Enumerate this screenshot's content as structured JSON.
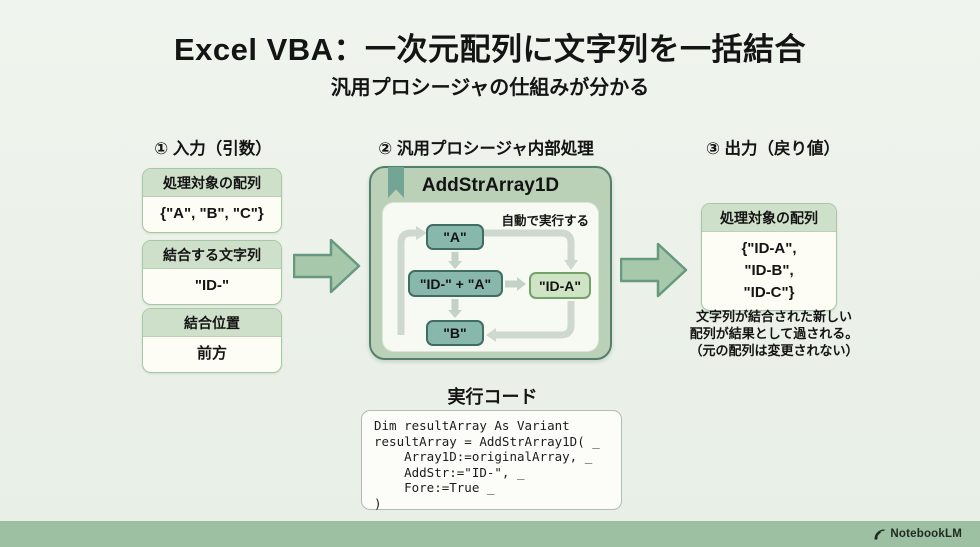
{
  "title": "Excel VBA：一次元配列に文字列を一括結合",
  "subtitle": "汎用プロシージャの仕組みが分かる",
  "columns": {
    "input": {
      "header": "① 入力（引数）",
      "cards": [
        {
          "title": "処理対象の配列",
          "value": "{\"A\", \"B\", \"C\"}"
        },
        {
          "title": "結合する文字列",
          "value": "\"ID-\""
        },
        {
          "title": "結合位置",
          "value": "前方"
        }
      ]
    },
    "process": {
      "header": "② 汎用プロシージャ内部処理",
      "procedure_name": "AddStrArray1D",
      "auto_label": "自動で実行する",
      "nodes": {
        "current": "\"A\"",
        "operation": "\"ID-\" + \"A\"",
        "result": "\"ID-A\"",
        "next": "\"B\""
      }
    },
    "output": {
      "header": "③ 出力（戻り値）",
      "card": {
        "title": "処理対象の配列",
        "value": "{\"ID-A\",\n\"ID-B\",\n\"ID-C\"}"
      },
      "note": "文字列が結合された新しい\n配列が結果として過される。\n（元の配列は変更されない）"
    }
  },
  "code_section": {
    "header": "実行コード",
    "code": "Dim resultArray As Variant\nresultArray = AddStrArray1D( _\n    Array1D:=originalArray, _\n    AddStr:=\"ID-\", _\n    Fore:=True _\n)"
  },
  "footer": {
    "brand": "NotebookLM"
  },
  "colors": {
    "background": "#ebf1e9",
    "accent_green_box": "#bad0b7",
    "accent_border": "#54806b",
    "node_teal": "#88b7ab",
    "node_result": "#cfe3c5",
    "card_header": "#cfe0ca",
    "big_arrow_fill": "#a8c8ab",
    "big_arrow_stroke": "#66997f",
    "loop_arrow_gray": "#ced8ce",
    "footer_bar": "#9cc0a1"
  }
}
